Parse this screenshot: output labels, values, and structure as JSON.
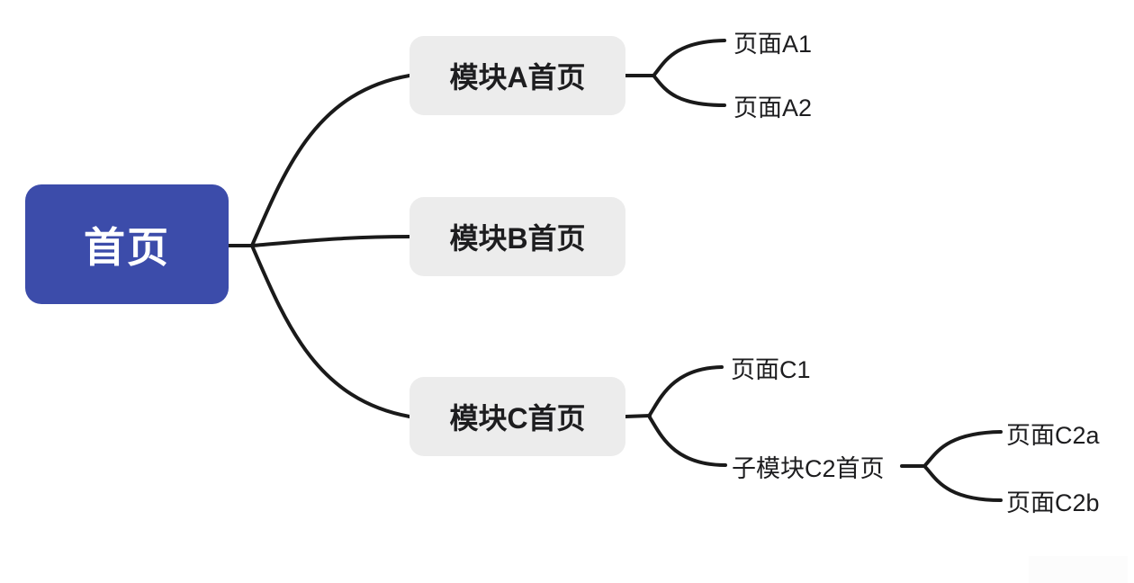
{
  "colors": {
    "canvas_bg": "#ffffff",
    "root_bg": "#3c4caa",
    "root_text": "#ffffff",
    "module_bg": "#ececec",
    "module_text": "#1d1d1f",
    "leaf_text": "#1d1d1f",
    "line": "#1a1a1a",
    "watermark_bg": "#fcfcfc"
  },
  "nodes": {
    "root": {
      "label": "首页"
    },
    "module_a": {
      "label": "模块A首页"
    },
    "module_b": {
      "label": "模块B首页"
    },
    "module_c": {
      "label": "模块C首页"
    },
    "page_a1": {
      "label": "页面A1"
    },
    "page_a2": {
      "label": "页面A2"
    },
    "page_c1": {
      "label": "页面C1"
    },
    "submodule_c2": {
      "label": "子模块C2首页"
    },
    "page_c2a": {
      "label": "页面C2a"
    },
    "page_c2b": {
      "label": "页面C2b"
    }
  }
}
